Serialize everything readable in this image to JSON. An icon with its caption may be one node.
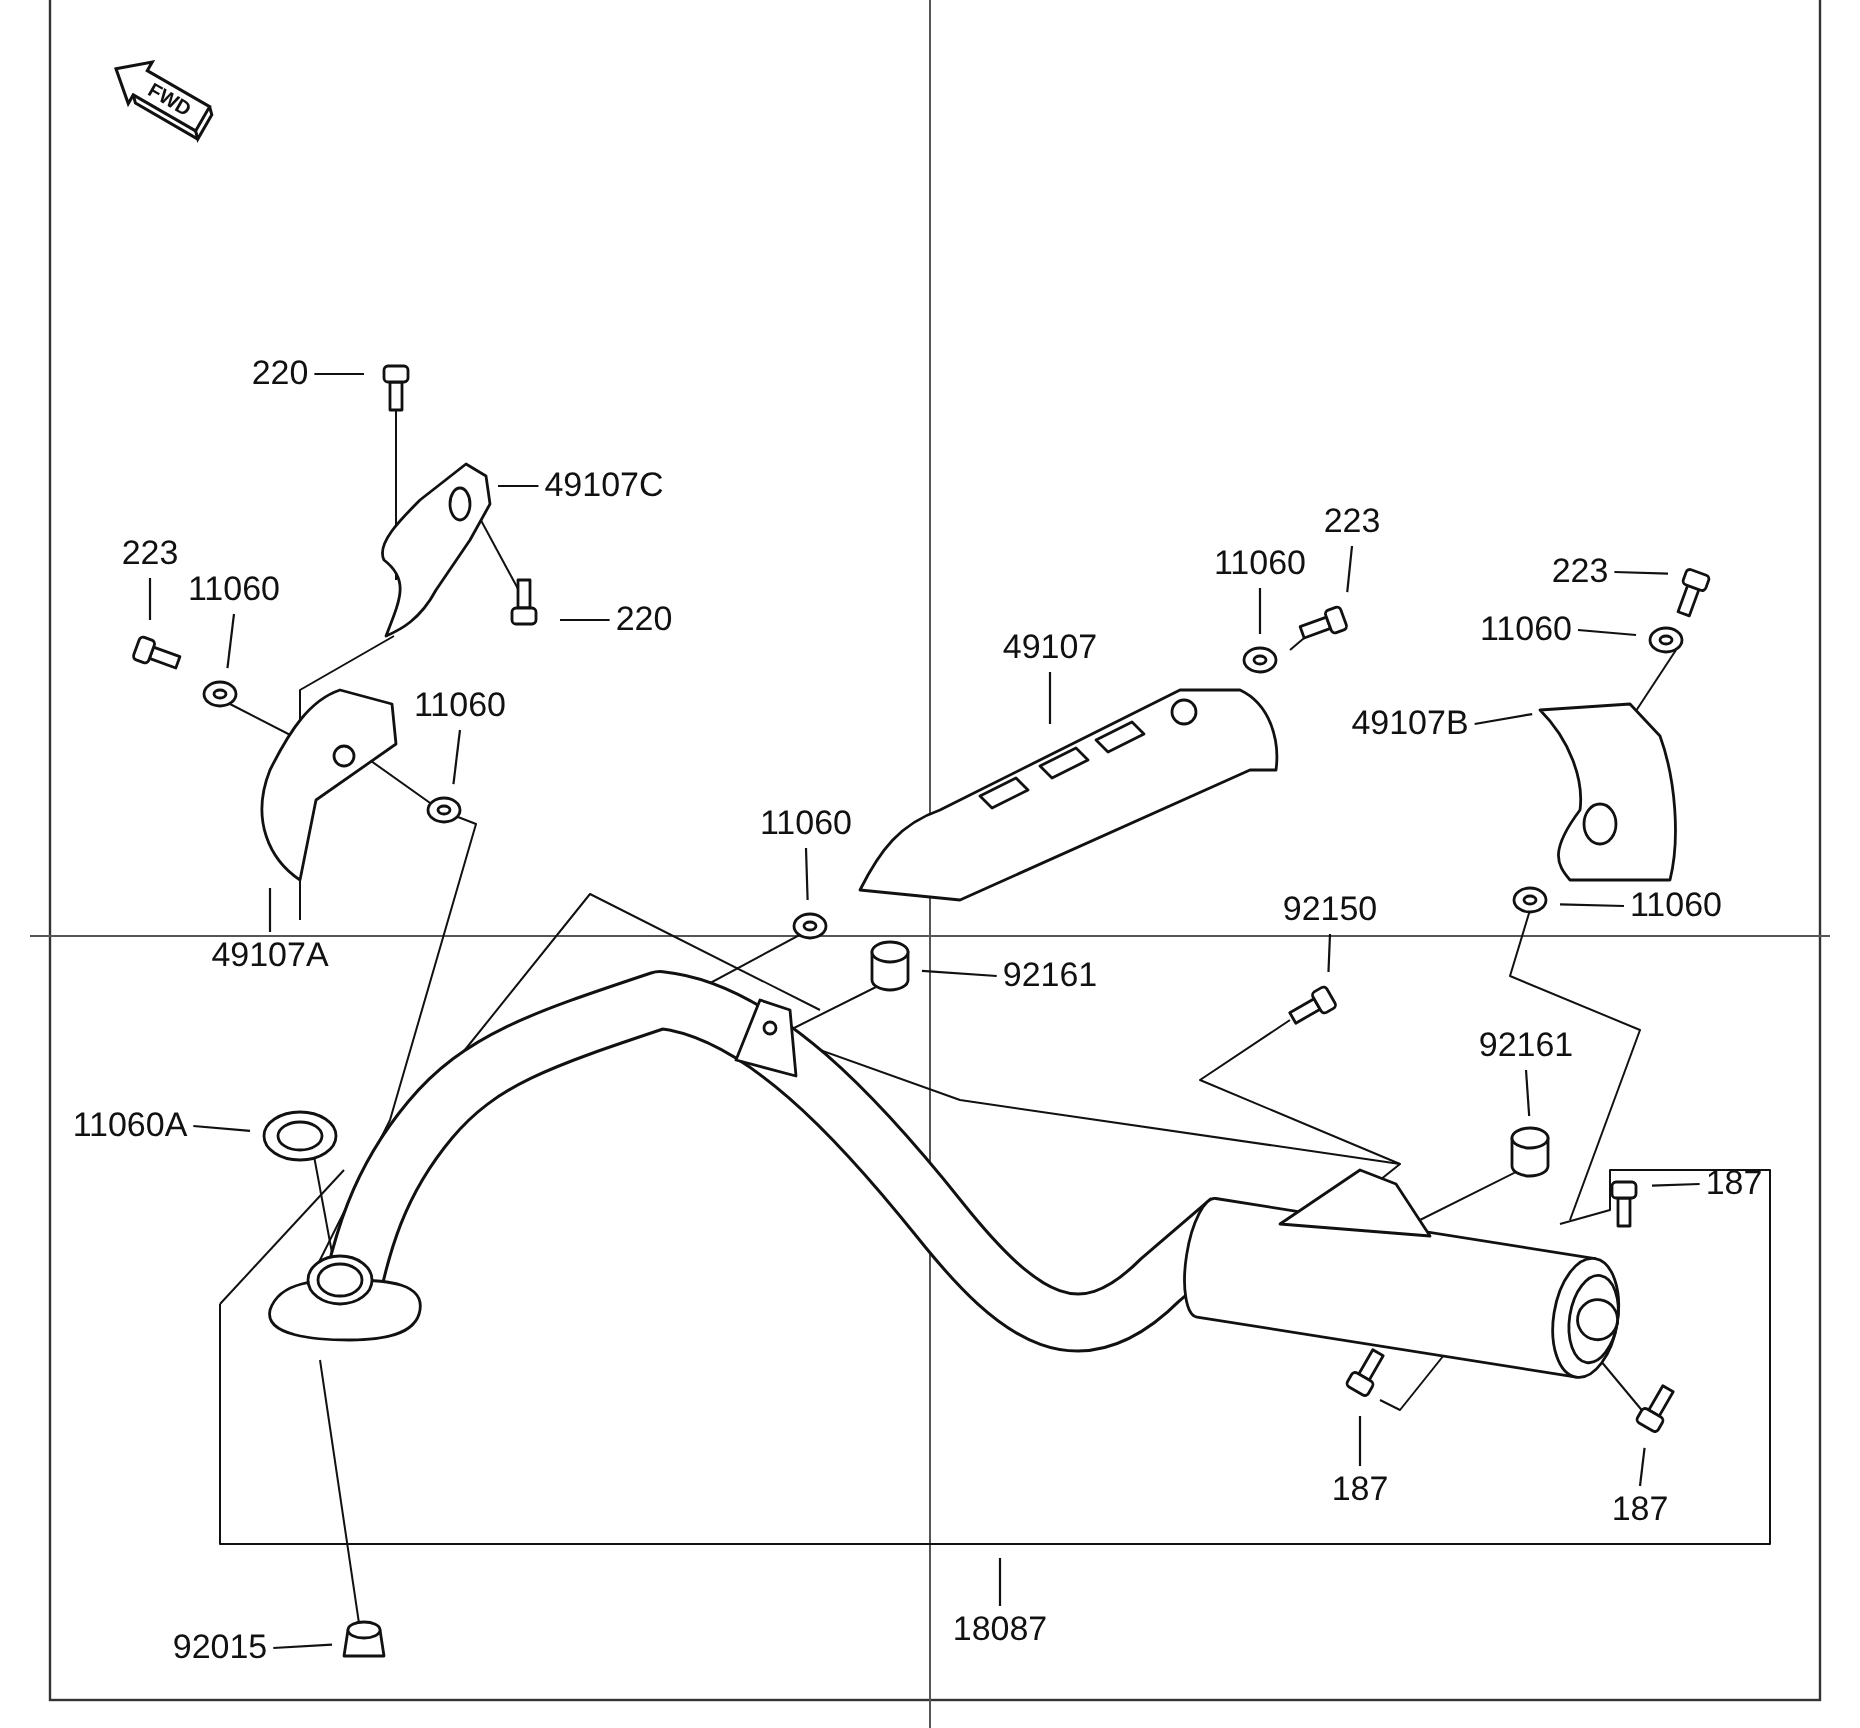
{
  "diagram": {
    "nodes": [
      {
        "text": [
          "220"
        ]
      },
      {
        "text": [
          "49107C"
        ]
      },
      {
        "text": [
          "223"
        ]
      },
      {
        "text": [
          "11060"
        ]
      },
      {
        "text": [
          "220"
        ]
      },
      {
        "text": [
          "11060"
        ]
      },
      {
        "text": [
          "49107A"
        ]
      },
      {
        "text": [
          "11060"
        ]
      },
      {
        "text": [
          "49107"
        ]
      },
      {
        "text": [
          "11060"
        ]
      },
      {
        "text": [
          "223"
        ]
      },
      {
        "text": [
          "223"
        ]
      },
      {
        "text": [
          "11060"
        ]
      },
      {
        "text": [
          "49107B"
        ]
      },
      {
        "text": [
          "11060"
        ]
      },
      {
        "text": [
          "92150"
        ]
      },
      {
        "text": [
          "92161"
        ]
      },
      {
        "text": [
          "92161"
        ]
      },
      {
        "text": [
          "11060A"
        ]
      },
      {
        "text": [
          "187"
        ]
      },
      {
        "text": [
          "187"
        ]
      },
      {
        "text": [
          "187"
        ]
      },
      {
        "text": [
          "92015"
        ]
      },
      {
        "text": [
          "18087"
        ]
      }
    ],
    "edges": [
      {
        "from": 0,
        "to": null,
        "arrow": "none"
      },
      {
        "from": 1,
        "to": null,
        "arrow": "none"
      },
      {
        "from": 2,
        "to": null,
        "arrow": "none"
      },
      {
        "from": 3,
        "to": null,
        "arrow": "none"
      },
      {
        "from": 4,
        "to": null,
        "arrow": "none"
      },
      {
        "from": 5,
        "to": null,
        "arrow": "none"
      },
      {
        "from": 6,
        "to": null,
        "arrow": "none"
      },
      {
        "from": 7,
        "to": null,
        "arrow": "none"
      },
      {
        "from": 8,
        "to": null,
        "arrow": "none"
      },
      {
        "from": 9,
        "to": null,
        "arrow": "none"
      },
      {
        "from": 10,
        "to": null,
        "arrow": "none"
      },
      {
        "from": 11,
        "to": null,
        "arrow": "none"
      },
      {
        "from": 12,
        "to": null,
        "arrow": "none"
      },
      {
        "from": 13,
        "to": null,
        "arrow": "none"
      },
      {
        "from": 14,
        "to": null,
        "arrow": "none"
      },
      {
        "from": 15,
        "to": null,
        "arrow": "none"
      },
      {
        "from": 16,
        "to": null,
        "arrow": "none"
      },
      {
        "from": 17,
        "to": null,
        "arrow": "none"
      },
      {
        "from": 18,
        "to": null,
        "arrow": "none"
      },
      {
        "from": 19,
        "to": null,
        "arrow": "none"
      },
      {
        "from": 20,
        "to": null,
        "arrow": "none"
      },
      {
        "from": 21,
        "to": null,
        "arrow": "none"
      },
      {
        "from": 22,
        "to": null,
        "arrow": "none"
      },
      {
        "from": 23,
        "to": null,
        "arrow": "none"
      }
    ],
    "labels": [
      "FWD"
    ]
  }
}
